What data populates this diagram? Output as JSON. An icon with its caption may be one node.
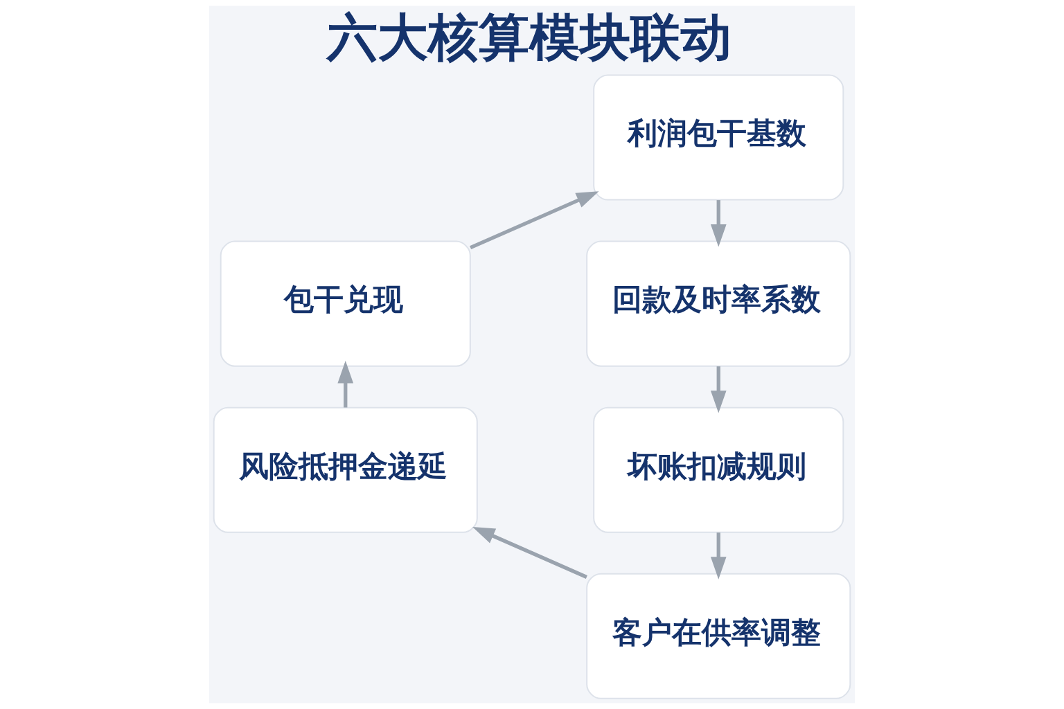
{
  "diagram": {
    "title": "六大核算模块联动",
    "nodes": [
      {
        "text": [
          "利润包干基数"
        ]
      },
      {
        "text": [
          "包干兑现"
        ]
      },
      {
        "text": [
          "回款及时率系数"
        ]
      },
      {
        "text": [
          "风险抵押金递延"
        ]
      },
      {
        "text": [
          "坏账扣减规则"
        ]
      },
      {
        "text": [
          "客户在供率调整"
        ]
      }
    ],
    "edges": [
      {
        "from": 0,
        "to": 2,
        "arrow": "to"
      },
      {
        "from": 2,
        "to": 4,
        "arrow": "to"
      },
      {
        "from": 4,
        "to": 5,
        "arrow": "to"
      },
      {
        "from": 5,
        "to": 3,
        "arrow": "to"
      },
      {
        "from": 3,
        "to": 1,
        "arrow": "to"
      },
      {
        "from": 1,
        "to": 0,
        "arrow": "to"
      }
    ]
  }
}
